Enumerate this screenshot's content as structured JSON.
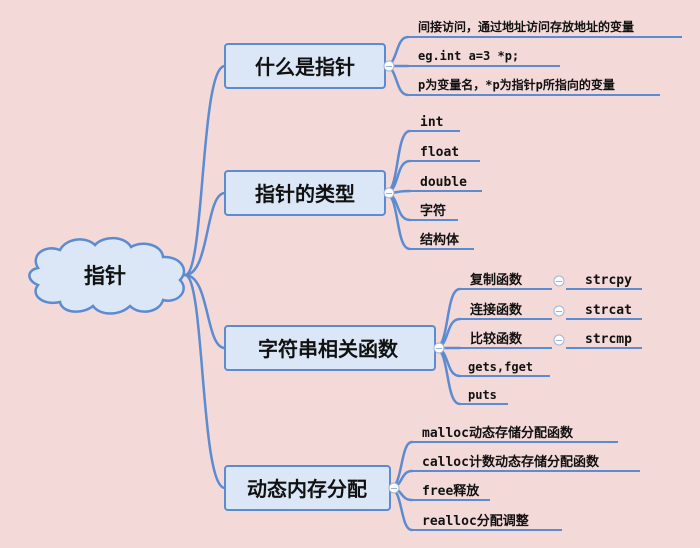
{
  "root": {
    "label": "指针"
  },
  "branches": [
    {
      "label": "什么是指针",
      "leaves": [
        "间接访问，通过地址访问存放地址的变量",
        "eg.int  a=3  *p;",
        "p为变量名，*p为指针p所指向的变量"
      ]
    },
    {
      "label": "指针的类型",
      "leaves": [
        "int",
        "float",
        "double",
        "字符",
        "结构体"
      ]
    },
    {
      "label": "字符串相关函数",
      "leaves": [
        "复制函数",
        "连接函数",
        "比较函数",
        "gets,fget",
        "puts"
      ],
      "sub_leaves": [
        "strcpy",
        "strcat",
        "strcmp"
      ]
    },
    {
      "label": "动态内存分配",
      "leaves": [
        "malloc动态存储分配函数",
        "calloc计数动态存储分配函数",
        "free释放",
        "realloc分配调整"
      ]
    }
  ],
  "collapse_symbol": "−",
  "colors": {
    "background": "#f4d9d9",
    "line": "#5b8bd0",
    "node_fill": "#dbe7f6"
  }
}
